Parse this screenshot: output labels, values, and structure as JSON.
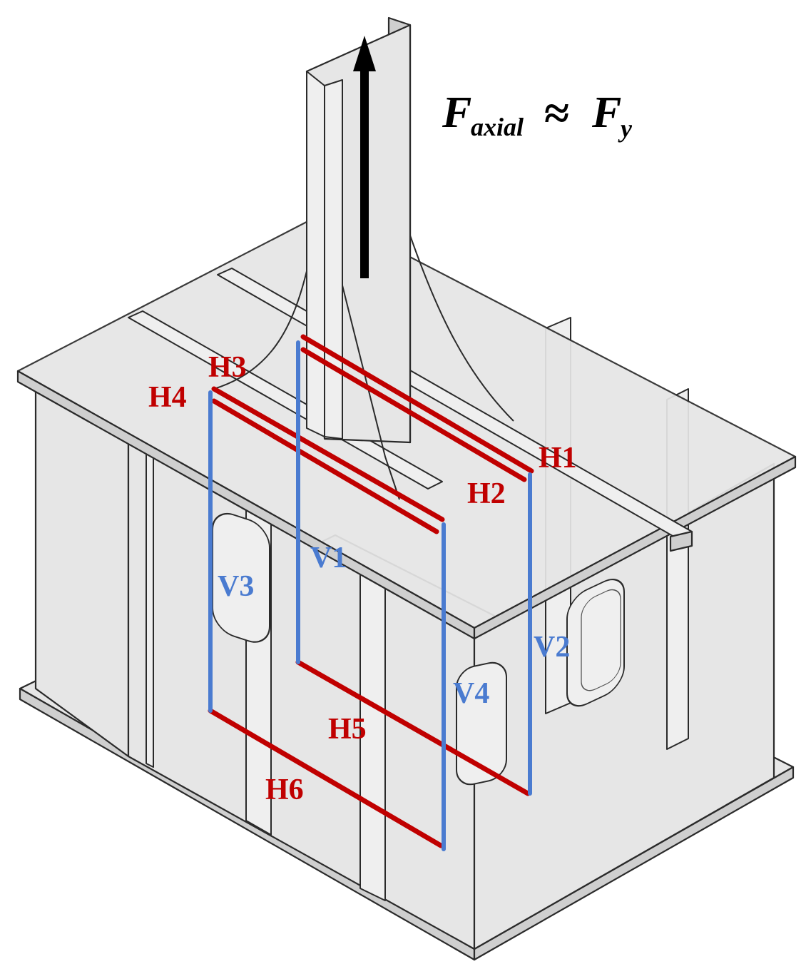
{
  "force_label": {
    "main": "F",
    "sub": "axial",
    "approx": "≈",
    "rhs_main": "F",
    "rhs_sub": "y"
  },
  "lines": {
    "horizontal": [
      "H1",
      "H2",
      "H3",
      "H4",
      "H5",
      "H6"
    ],
    "vertical": [
      "V1",
      "V2",
      "V3",
      "V4"
    ]
  },
  "colors": {
    "horizontal_line": "#c00000",
    "vertical_line": "#4a7bd0",
    "steel_plate": "#e6e6e6",
    "force_arrow": "#000000"
  },
  "icons": {
    "force_arrow": "arrow-up-icon"
  }
}
